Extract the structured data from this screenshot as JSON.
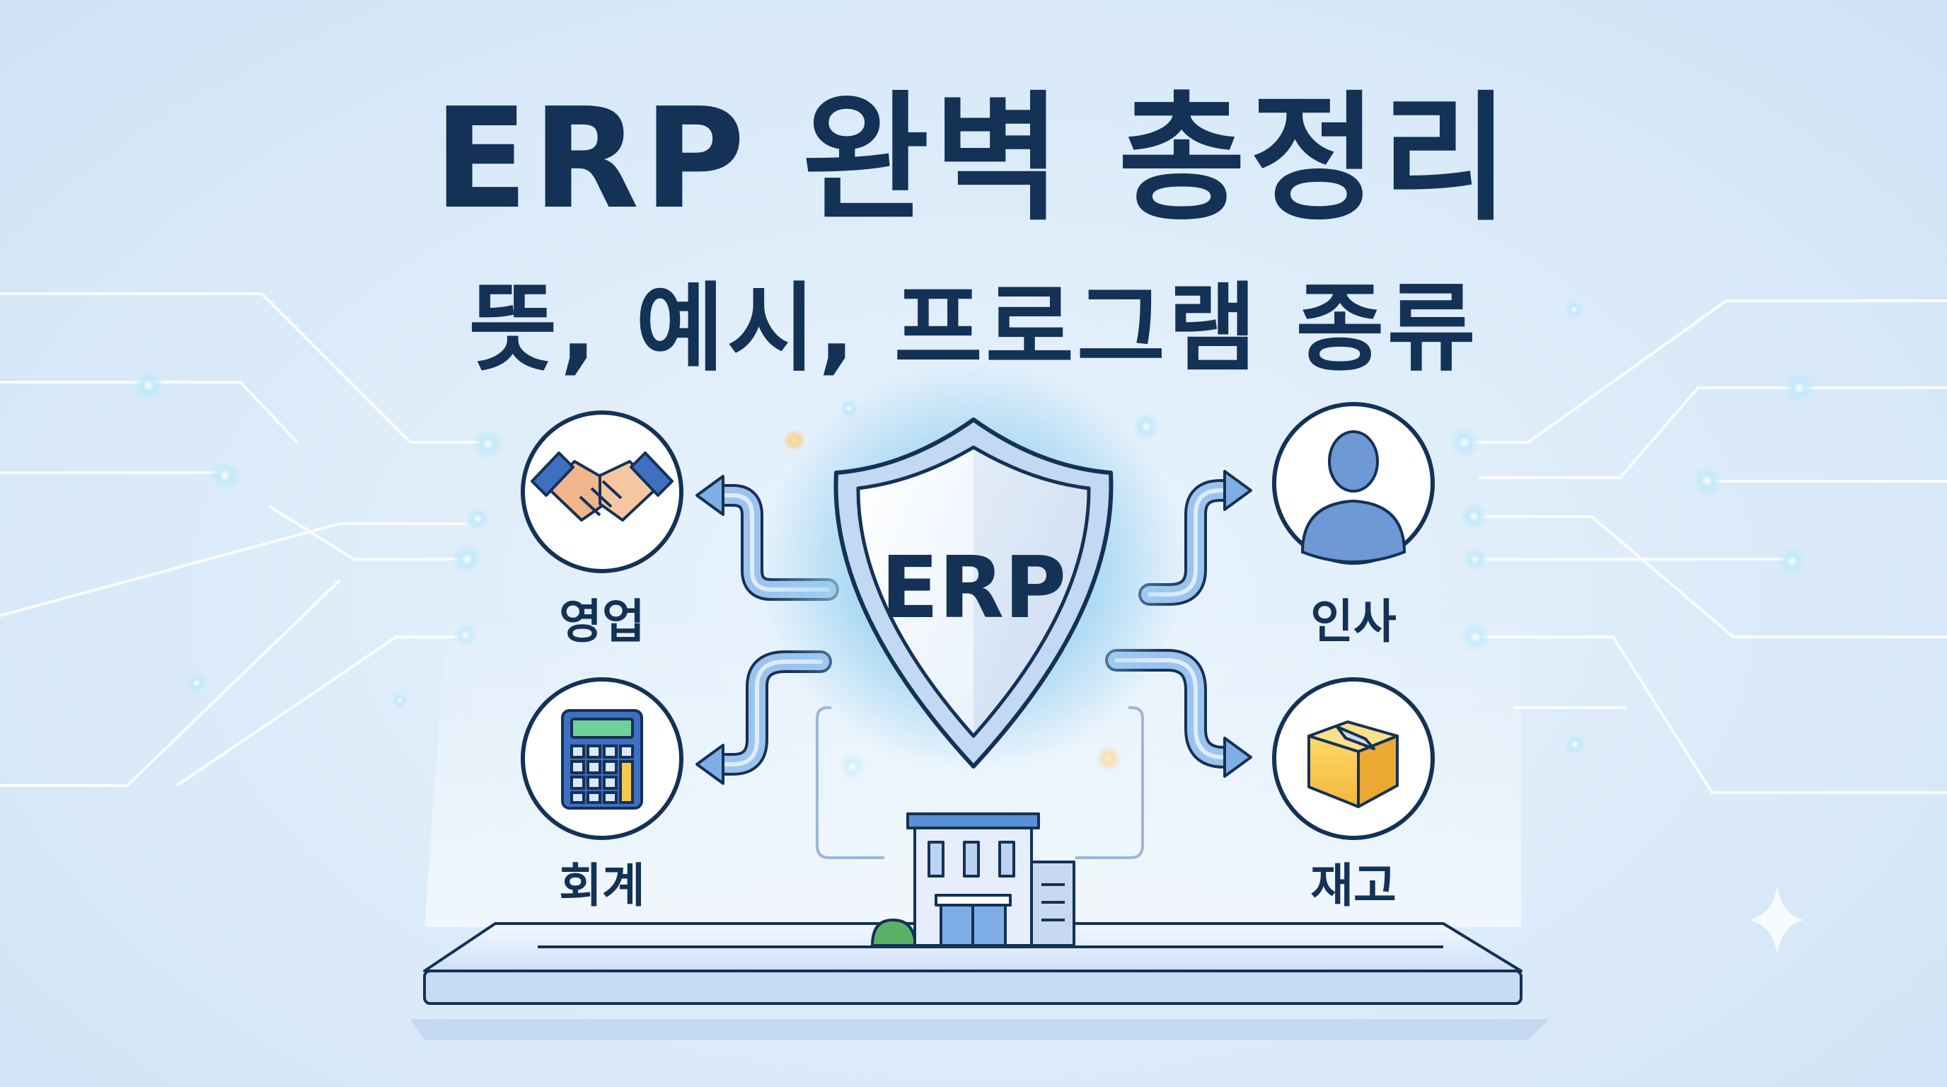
{
  "header": {
    "title": "ERP 완벽 총정리",
    "subtitle": "뜻, 예시, 프로그램 종류"
  },
  "center": {
    "label": "ERP",
    "icon": "shield-icon"
  },
  "modules": [
    {
      "label": "영업",
      "icon": "handshake-icon"
    },
    {
      "label": "회계",
      "icon": "calculator-icon"
    },
    {
      "label": "인사",
      "icon": "person-icon"
    },
    {
      "label": "재고",
      "icon": "box-icon"
    }
  ],
  "base": {
    "icon": "building-icon"
  },
  "colors": {
    "background": "#dcebf9",
    "text": "#143156",
    "accent": "#5b8fd6",
    "glow": "#9fd4f2"
  }
}
